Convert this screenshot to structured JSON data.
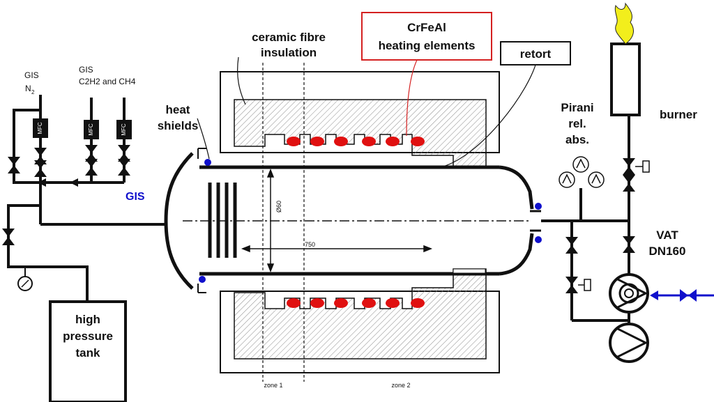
{
  "labels": {
    "ceramic_line1": "ceramic fibre",
    "ceramic_line2": "insulation",
    "heating_line1": "CrFeAl",
    "heating_line2": "heating elements",
    "retort": "retort",
    "heat_line1": "heat",
    "heat_line2": "shields",
    "pirani_line1": "Pirani",
    "pirani_line2": "rel.",
    "pirani_line3": "abs.",
    "burner": "burner",
    "vat_line1": "VAT",
    "vat_line2": "DN160",
    "gis": "GIS",
    "gis_n2_line1": "GIS",
    "gis_n2_line2": "N",
    "gis_n2_sub": "2",
    "gis_c2h2_line1": "GIS",
    "gis_c2h2_line2": "C2H2 and CH4",
    "mfc": "MFC",
    "tank_line1": "high",
    "tank_line2": "pressure",
    "tank_line3": "tank",
    "diameter": "Ø60",
    "length": "750",
    "zone1": "zone 1",
    "zone2": "zone 2"
  },
  "colors": {
    "line": "#111111",
    "heating_element": "#e01010",
    "heating_callout": "#d42020",
    "accent_blue": "#1010cc",
    "flame": "#f2ee1c",
    "hatch": "#777777"
  },
  "icons": [
    "pressure-gauge-icon",
    "valve-icon",
    "check-valve-icon",
    "pump-icon",
    "pirani-gauge-icon",
    "flame-icon"
  ]
}
